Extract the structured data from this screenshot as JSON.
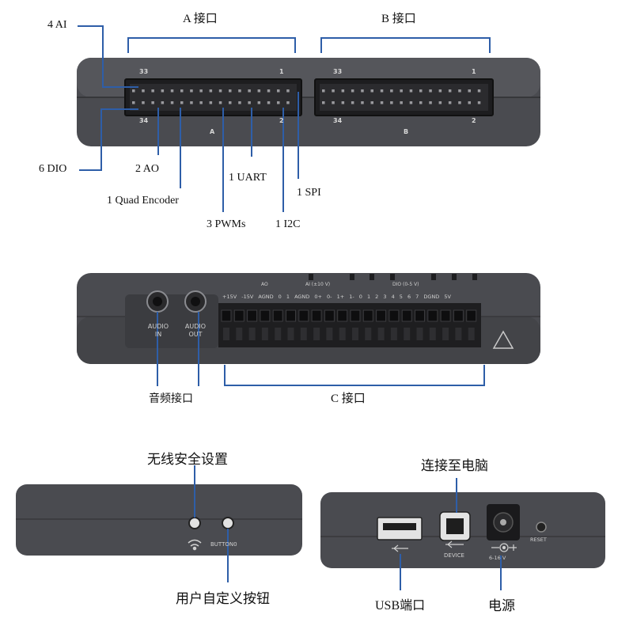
{
  "top_view": {
    "header_a": "A 接口",
    "header_b": "B 接口",
    "pin_a_first": "33",
    "pin_a_last": "1",
    "pin_a_bottom_first": "34",
    "pin_a_bottom_last": "2",
    "port_a_letter": "A",
    "pin_b_first": "33",
    "pin_b_last": "1",
    "pin_b_bottom_first": "34",
    "pin_b_bottom_last": "2",
    "port_b_letter": "B",
    "callouts": {
      "ai": "4 AI",
      "dio": "6 DIO",
      "ao": "2 AO",
      "quad": "1 Quad Encoder",
      "uart": "1 UART",
      "spi": "1 SPI",
      "pwm": "3 PWMs",
      "i2c": "1 I2C"
    }
  },
  "middle_view": {
    "audio_in": "AUDIO IN",
    "audio_out": "AUDIO OUT",
    "audio_label": "音频接口",
    "c_label": "C 接口",
    "terminal_labels": "+15V -15V AGND 0 1 AGND 0+ 0- 1+ 1- 0 1 2 3 4 5 6 7 DGND 5V",
    "group_ao": "AO",
    "group_ai": "AI (±10 V)",
    "group_dio": "DIO (0-5 V)"
  },
  "bottom_left": {
    "wireless_label": "无线安全设置",
    "button_label": "用户自定义按钮",
    "button0_text": "BUTTON0"
  },
  "bottom_right": {
    "usb_label": "USB端口",
    "device_label": "连接至电脑",
    "power_label": "电源",
    "device_text": "DEVICE",
    "reset_text": "RESET",
    "voltage_text": "6-16 V"
  }
}
